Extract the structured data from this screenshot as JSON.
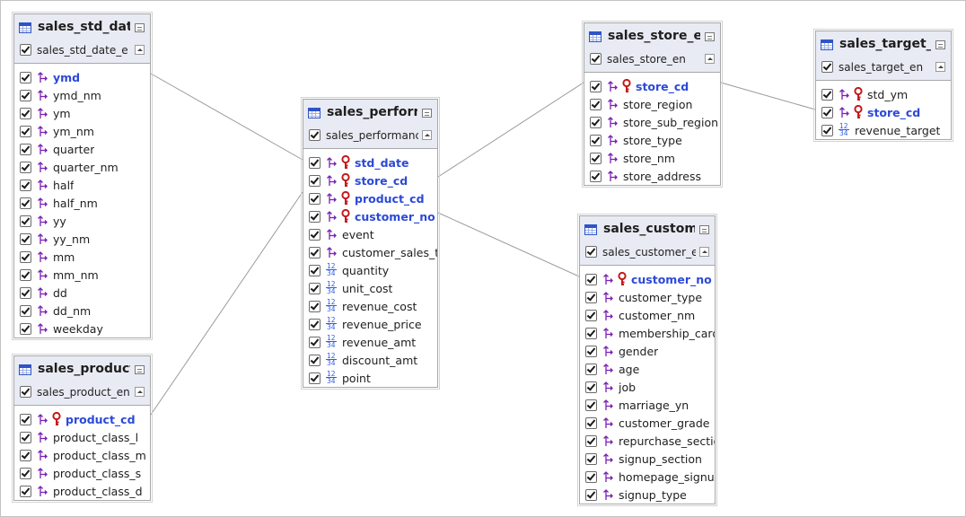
{
  "tables": [
    {
      "id": "sales_std_date",
      "title": "sales_std_dat",
      "subtitle": "sales_std_date_e",
      "columns": [
        {
          "name": "ymd",
          "type": "string",
          "key": false,
          "bold": true
        },
        {
          "name": "ymd_nm",
          "type": "string",
          "key": false
        },
        {
          "name": "ym",
          "type": "string",
          "key": false
        },
        {
          "name": "ym_nm",
          "type": "string",
          "key": false
        },
        {
          "name": "quarter",
          "type": "string",
          "key": false
        },
        {
          "name": "quarter_nm",
          "type": "string",
          "key": false
        },
        {
          "name": "half",
          "type": "string",
          "key": false
        },
        {
          "name": "half_nm",
          "type": "string",
          "key": false
        },
        {
          "name": "yy",
          "type": "string",
          "key": false
        },
        {
          "name": "yy_nm",
          "type": "string",
          "key": false
        },
        {
          "name": "mm",
          "type": "string",
          "key": false
        },
        {
          "name": "mm_nm",
          "type": "string",
          "key": false
        },
        {
          "name": "dd",
          "type": "string",
          "key": false
        },
        {
          "name": "dd_nm",
          "type": "string",
          "key": false
        },
        {
          "name": "weekday",
          "type": "string",
          "key": false
        }
      ]
    },
    {
      "id": "sales_product",
      "title": "sales_product",
      "subtitle": "sales_product_en",
      "columns": [
        {
          "name": "product_cd",
          "type": "string",
          "key": true
        },
        {
          "name": "product_class_l",
          "type": "string",
          "key": false
        },
        {
          "name": "product_class_m",
          "type": "string",
          "key": false
        },
        {
          "name": "product_class_s",
          "type": "string",
          "key": false
        },
        {
          "name": "product_class_d",
          "type": "string",
          "key": false
        }
      ]
    },
    {
      "id": "sales_perform",
      "title": "sales_perform",
      "subtitle": "sales_performanc",
      "columns": [
        {
          "name": "std_date",
          "type": "string",
          "key": true
        },
        {
          "name": "store_cd",
          "type": "string",
          "key": true
        },
        {
          "name": "product_cd",
          "type": "string",
          "key": true
        },
        {
          "name": "customer_no",
          "type": "string",
          "key": true
        },
        {
          "name": "event",
          "type": "string",
          "key": false
        },
        {
          "name": "customer_sales_ti",
          "type": "string",
          "key": false
        },
        {
          "name": "quantity",
          "type": "number",
          "key": false
        },
        {
          "name": "unit_cost",
          "type": "number",
          "key": false
        },
        {
          "name": "revenue_cost",
          "type": "number",
          "key": false
        },
        {
          "name": "revenue_price",
          "type": "number",
          "key": false
        },
        {
          "name": "revenue_amt",
          "type": "number",
          "key": false
        },
        {
          "name": "discount_amt",
          "type": "number",
          "key": false
        },
        {
          "name": "point",
          "type": "number",
          "key": false
        }
      ]
    },
    {
      "id": "sales_store",
      "title": "sales_store_e",
      "subtitle": "sales_store_en",
      "columns": [
        {
          "name": "store_cd",
          "type": "string",
          "key": true
        },
        {
          "name": "store_region",
          "type": "string",
          "key": false
        },
        {
          "name": "store_sub_region",
          "type": "string",
          "key": false
        },
        {
          "name": "store_type",
          "type": "string",
          "key": false
        },
        {
          "name": "store_nm",
          "type": "string",
          "key": false
        },
        {
          "name": "store_address",
          "type": "string",
          "key": false
        }
      ]
    },
    {
      "id": "sales_target",
      "title": "sales_target_e",
      "subtitle": "sales_target_en",
      "columns": [
        {
          "name": "std_ym",
          "type": "string",
          "key": true,
          "bold": false
        },
        {
          "name": "store_cd",
          "type": "string",
          "key": true
        },
        {
          "name": "revenue_target",
          "type": "number",
          "key": false
        }
      ]
    },
    {
      "id": "sales_customer",
      "title": "sales_custom",
      "subtitle": "sales_customer_e",
      "columns": [
        {
          "name": "customer_no",
          "type": "string",
          "key": true
        },
        {
          "name": "customer_type",
          "type": "string",
          "key": false
        },
        {
          "name": "customer_nm",
          "type": "string",
          "key": false
        },
        {
          "name": "membership_card",
          "type": "string",
          "key": false
        },
        {
          "name": "gender",
          "type": "string",
          "key": false
        },
        {
          "name": "age",
          "type": "string",
          "key": false
        },
        {
          "name": "job",
          "type": "string",
          "key": false
        },
        {
          "name": "marriage_yn",
          "type": "string",
          "key": false
        },
        {
          "name": "customer_grade",
          "type": "string",
          "key": false
        },
        {
          "name": "repurchase_sectio",
          "type": "string",
          "key": false
        },
        {
          "name": "signup_section",
          "type": "string",
          "key": false
        },
        {
          "name": "homepage_signup",
          "type": "string",
          "key": false
        },
        {
          "name": "signup_type",
          "type": "string",
          "key": false
        }
      ]
    }
  ],
  "relationships": [
    {
      "from": "sales_std_date",
      "to": "sales_perform",
      "column": "ymd"
    },
    {
      "from": "sales_product",
      "to": "sales_perform",
      "column": "product_cd"
    },
    {
      "from": "sales_store",
      "to": "sales_perform",
      "column": "store_cd"
    },
    {
      "from": "sales_store",
      "to": "sales_target",
      "column": "store_cd"
    },
    {
      "from": "sales_customer",
      "to": "sales_perform",
      "column": "customer_no"
    }
  ],
  "icons": {
    "table": "table-grid-icon",
    "menu": "table-menu-icon",
    "collapse": "collapse-up-icon",
    "checkbox": "checkbox-checked-icon",
    "string": "string-type-icon",
    "number": "number-type-icon",
    "key": "primary-key-icon"
  },
  "colors": {
    "header_bg": "#e8ebf3",
    "key_text": "#2c49d8",
    "key_icon": "#c41a1a",
    "string_icon": "#7a1fb3",
    "number_icon": "#2f5de0",
    "link_line": "#9a9a9a"
  }
}
